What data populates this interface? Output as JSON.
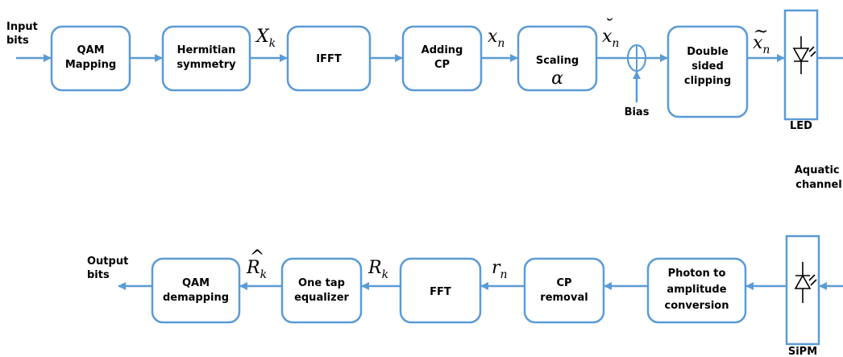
{
  "transmitter": {
    "input_label": [
      "Input",
      "bits"
    ],
    "blocks": [
      {
        "id": "qam-mapping",
        "lines": [
          "QAM",
          "Mapping"
        ]
      },
      {
        "id": "hermitian-symmetry",
        "lines": [
          "Hermitian",
          "symmetry"
        ]
      },
      {
        "id": "ifft",
        "lines": [
          "IFFT"
        ]
      },
      {
        "id": "adding-cp",
        "lines": [
          "Adding",
          "CP"
        ]
      },
      {
        "id": "scaling",
        "lines": [
          "Scaling"
        ],
        "symbol": "α"
      },
      {
        "id": "double-sided-clipping",
        "lines": [
          "Double",
          "sided",
          "clipping"
        ]
      }
    ],
    "signals": [
      {
        "base": "X",
        "sub": "k",
        "mark": ""
      },
      {
        "base": "x",
        "sub": "n",
        "mark": ""
      },
      {
        "base": "x",
        "sub": "n",
        "mark": "˘"
      },
      {
        "base": "x",
        "sub": "n",
        "mark": "~"
      }
    ],
    "bias_label": "Bias",
    "led_label": "LED"
  },
  "channel_label": [
    "Aquatic",
    "channel"
  ],
  "receiver": {
    "output_label": [
      "Output",
      "bits"
    ],
    "blocks": [
      {
        "id": "qam-demapping",
        "lines": [
          "QAM",
          "demapping"
        ]
      },
      {
        "id": "one-tap-equalizer",
        "lines": [
          "One tap",
          "equalizer"
        ]
      },
      {
        "id": "fft",
        "lines": [
          "FFT"
        ]
      },
      {
        "id": "cp-removal",
        "lines": [
          "CP",
          "removal"
        ]
      },
      {
        "id": "photon-to-amplitude",
        "lines": [
          "Photon to",
          "amplitude",
          "conversion"
        ]
      }
    ],
    "signals": [
      {
        "base": "R",
        "sub": "k",
        "mark": "^"
      },
      {
        "base": "R",
        "sub": "k",
        "mark": ""
      },
      {
        "base": "r",
        "sub": "n",
        "mark": ""
      }
    ],
    "sipm_label": "SiPM"
  }
}
